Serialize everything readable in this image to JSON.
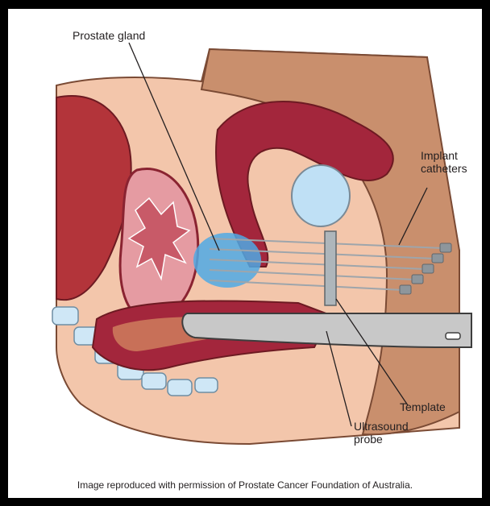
{
  "labels": {
    "prostate_gland": "Prostate gland",
    "implant_catheters_line1": "Implant",
    "implant_catheters_line2": "catheters",
    "template": "Template",
    "ultrasound_probe_line1": "Ultrasound",
    "ultrasound_probe_line2": "probe"
  },
  "credit": "Image reproduced with permission of Prostate Cancer Foundation of Australia.",
  "colors": {
    "frame": "#000000",
    "background": "#ffffff",
    "skin": "#f3c6ab",
    "tissue": "#c98f6d",
    "organ_red": "#a3263c",
    "bladder": "#e59ba2",
    "prostate": "#4fa9e4",
    "bone": "#cfe7f6",
    "probe": "#b9b9b9",
    "leader_line": "#231f20"
  },
  "icons": [
    "catheter-hub-icon",
    "probe-handle-icon"
  ]
}
